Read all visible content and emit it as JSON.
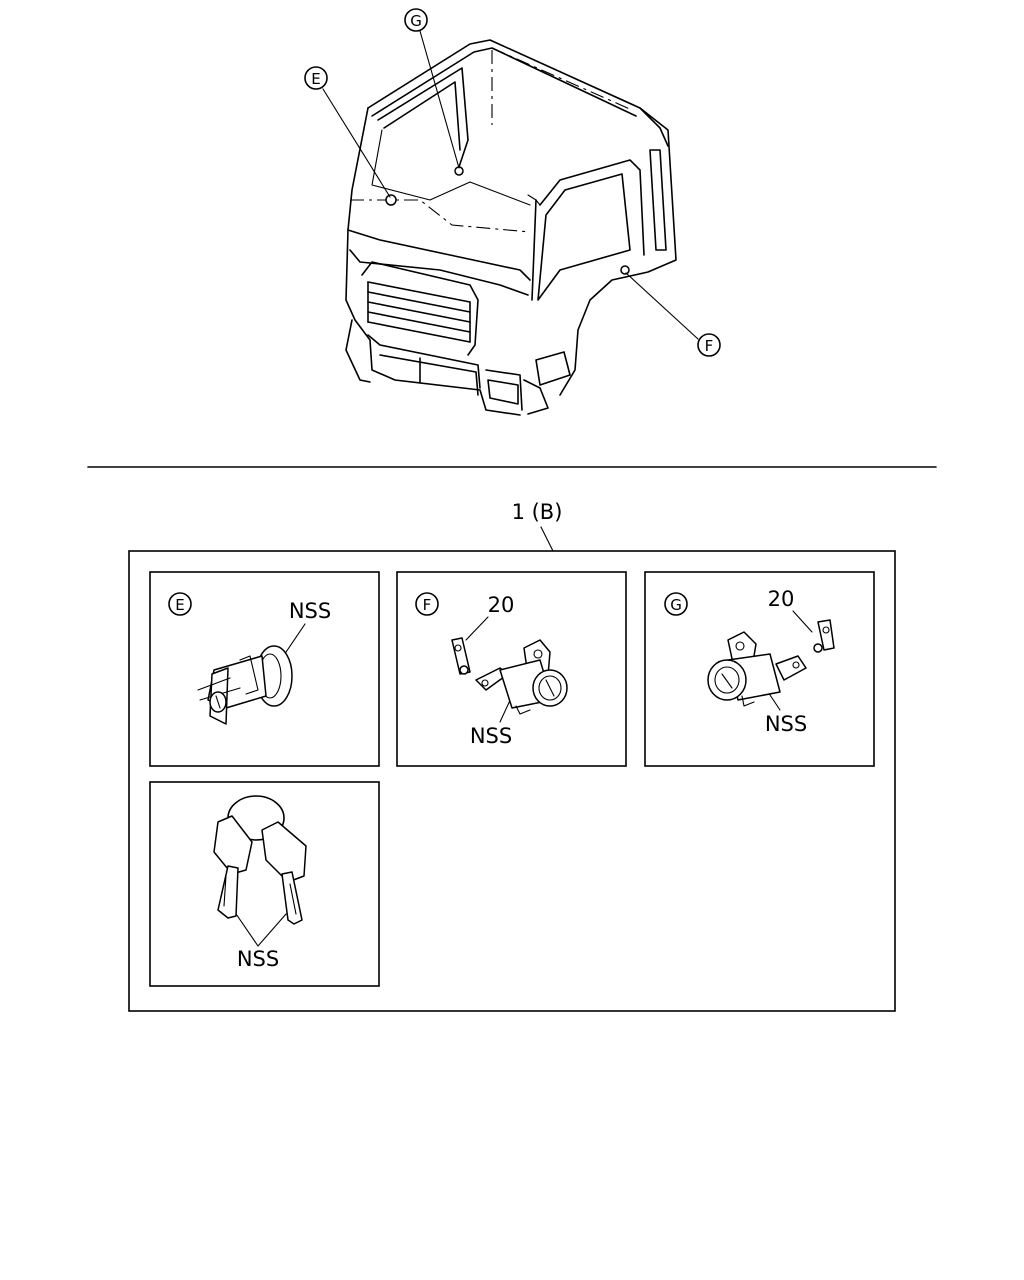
{
  "overview": {
    "callouts": {
      "e": "E",
      "f": "F",
      "g": "G"
    }
  },
  "assembly": {
    "label": "1 (B)"
  },
  "panels": {
    "e": {
      "letter": "E",
      "nss": "NSS"
    },
    "f": {
      "letter": "F",
      "part": "20",
      "nss": "NSS"
    },
    "g": {
      "letter": "G",
      "part": "20",
      "nss": "NSS"
    },
    "keys": {
      "nss": "NSS"
    }
  }
}
